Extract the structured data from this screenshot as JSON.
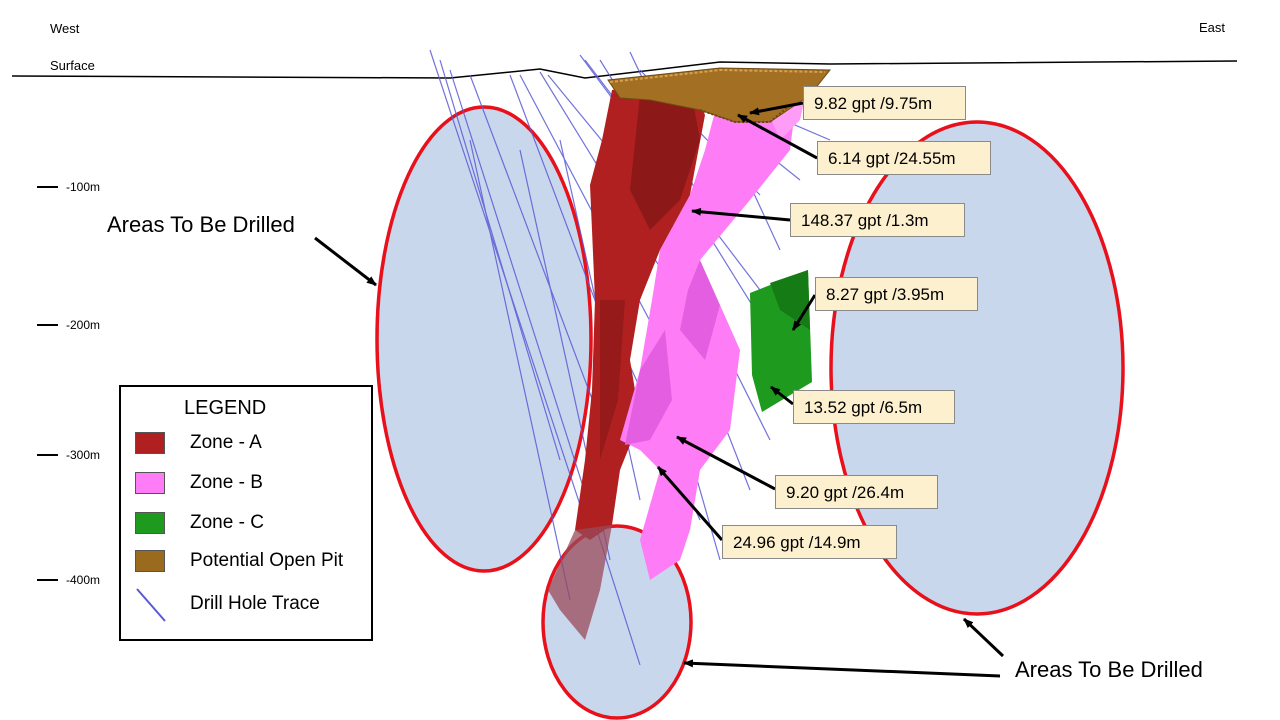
{
  "compass": {
    "west": "West",
    "east": "East",
    "surface": "Surface"
  },
  "depth_labels": [
    "-100m",
    "-200m",
    "-300m",
    "-400m"
  ],
  "areas_label": "Areas To Be Drilled",
  "intercepts": [
    "9.82 gpt /9.75m",
    "6.14 gpt /24.55m",
    "148.37 gpt /1.3m",
    "8.27 gpt /3.95m",
    "13.52 gpt /6.5m",
    "9.20 gpt /26.4m",
    "24.96 gpt /14.9m"
  ],
  "legend": {
    "title": "LEGEND",
    "items": [
      {
        "label": "Zone - A",
        "color": "#b02020"
      },
      {
        "label": "Zone - B",
        "color": "#ff7cf7"
      },
      {
        "label": "Zone - C",
        "color": "#1e9a1e"
      },
      {
        "label": "Potential Open Pit",
        "color": "#9a6a1e"
      },
      {
        "label": "Drill Hole Trace",
        "color": "#5a5ad6"
      }
    ]
  },
  "colors": {
    "target_fill": "#c9d7ec",
    "target_outline": "#e8101a",
    "drill_trace": "#5a5ad6",
    "callout_fill": "#fdf0cf"
  }
}
